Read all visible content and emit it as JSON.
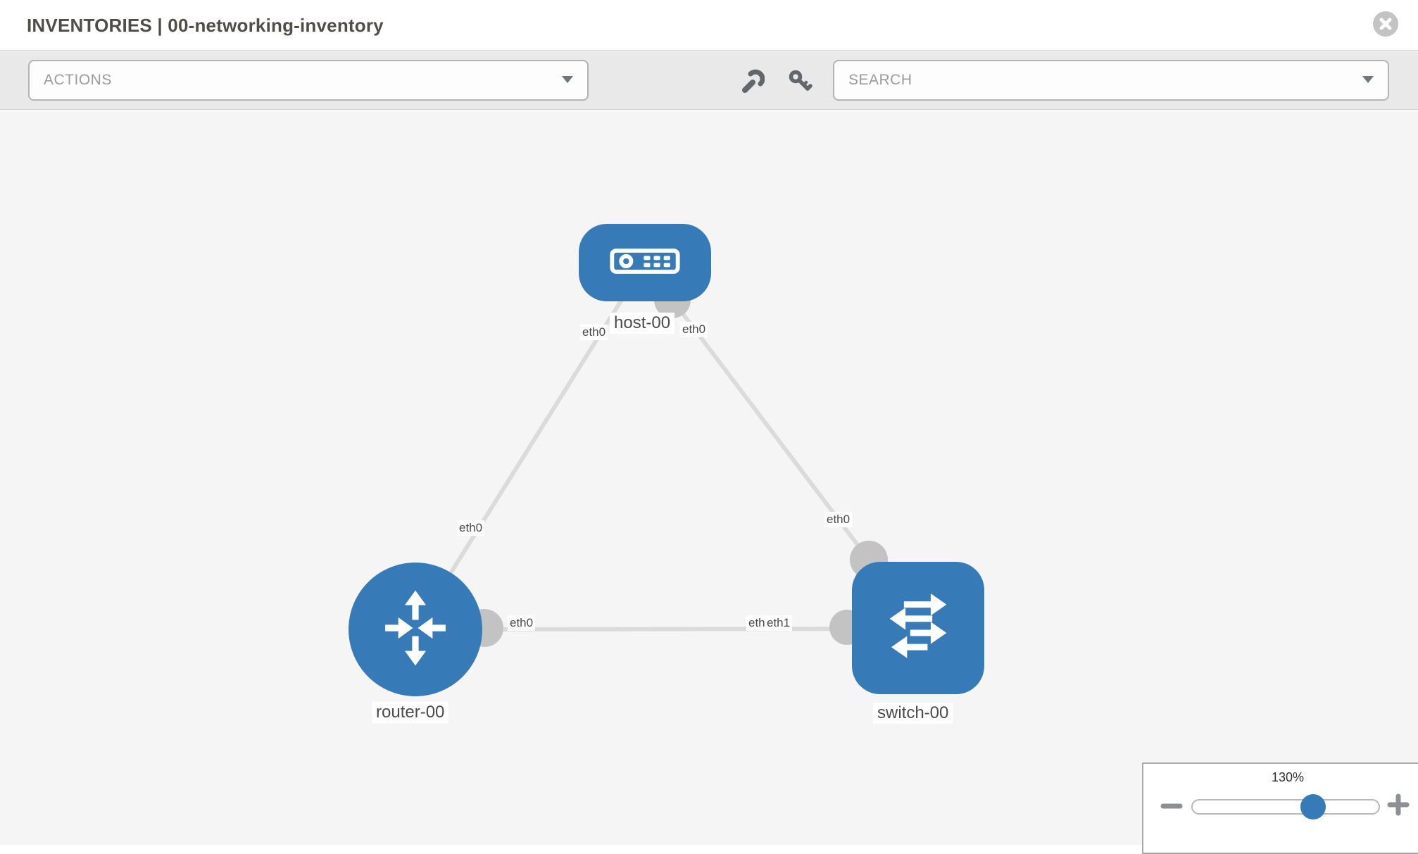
{
  "header": {
    "title": "INVENTORIES | 00-networking-inventory"
  },
  "toolbar": {
    "actions_label": "ACTIONS",
    "search_label": "SEARCH"
  },
  "topology": {
    "nodes": [
      {
        "id": "host-00",
        "type": "host",
        "label": "host-00"
      },
      {
        "id": "router-00",
        "type": "router",
        "label": "router-00"
      },
      {
        "id": "switch-00",
        "type": "switch",
        "label": "switch-00"
      }
    ],
    "links": [
      {
        "from": "host-00",
        "from_iface": "eth0",
        "to": "router-00",
        "to_iface": "eth0"
      },
      {
        "from": "host-00",
        "from_iface": "eth0",
        "to": "switch-00",
        "to_iface": "eth0"
      },
      {
        "from": "router-00",
        "from_iface": "eth0",
        "to": "switch-00",
        "to_iface": "eth1"
      }
    ]
  },
  "zoom_control": {
    "level": "130%",
    "minus_label": "minus",
    "plus_label": "plus"
  },
  "colors": {
    "node_blue": "#377ab8",
    "link_gray": "#dbdbdb",
    "connector_gray": "#c3c3c3",
    "canvas_bg": "#f5f5f5"
  }
}
